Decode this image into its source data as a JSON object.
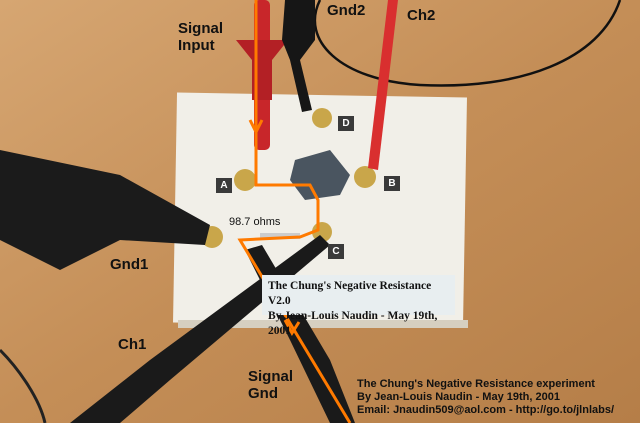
{
  "labels": {
    "signal_input": [
      "Signal",
      "Input"
    ],
    "gnd2": "Gnd2",
    "ch2": "Ch2",
    "gnd1": "Gnd1",
    "ch1": "Ch1",
    "signal_gnd": [
      "Signal",
      "Gnd"
    ],
    "resistor": "98.7 ohms"
  },
  "pins": {
    "a": "A",
    "b": "B",
    "c": "C",
    "d": "D"
  },
  "board_plate": [
    "The Chung's Negative Resistance V2.0",
    "By Jean-Louis Naudin - May 19th, 2001"
  ],
  "caption": [
    "The Chung's Negative Resistance experiment",
    "By Jean-Louis Naudin - May 19th, 2001",
    "Email: Jnaudin509@aol.com - http://go.to/jlnlabs/"
  ],
  "colors": {
    "wood": "#c9955e",
    "board": "#f1efe8",
    "signal_path": "#ff7a00",
    "probe_red": "#c8262a",
    "probe_black": "#1b1b1b"
  }
}
